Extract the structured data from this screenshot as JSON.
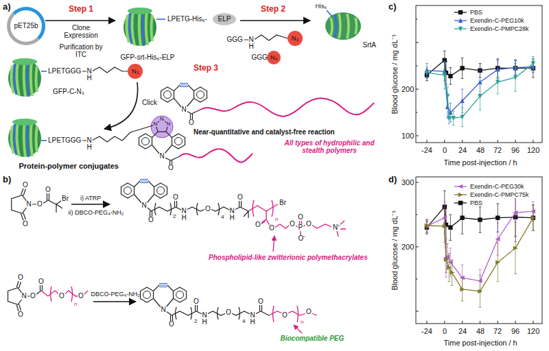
{
  "diagram": {
    "nodes": [
      {
        "text": [
          "pET25b"
        ]
      },
      {
        "text": [
          "ELP"
        ]
      },
      {
        "text": [
          "N₃"
        ]
      },
      {
        "text": [
          "N₃"
        ]
      },
      {
        "text": [
          "N₃"
        ]
      }
    ],
    "labels": [
      "a)",
      "Step 1",
      "Clone Expression",
      "Purification by ITC",
      "LPETG-His₆-",
      "GFP-srt-His₆-ELP",
      "Step 2",
      "His₆",
      "SrtA",
      "GGG",
      "N",
      "H",
      "GGG",
      "Step 3",
      "LPETGGG",
      "N",
      "H",
      "GFP-C-N₃",
      "Click",
      "N",
      "O",
      "Near-quantitative and catalyst-free reaction",
      "All types of hydrophilic and stealth polymers",
      "LPETGGG",
      "N",
      "H",
      "N",
      "N",
      "N",
      "N",
      "O",
      "Protein-polymer conjugates",
      "b)",
      "O",
      "O",
      "N",
      "O",
      "O",
      "Br",
      "i) ATRP",
      "ii) DBCO-PEG₄-NH₂",
      "N",
      "O",
      "2",
      "O",
      "N",
      "H",
      "O",
      "4",
      "N",
      "H",
      "O",
      "Br",
      "n",
      "O",
      "O",
      "O",
      "P",
      "O",
      "O⁻",
      "O",
      "N⁺",
      "Phospholipid-like zwitterionic polymethacrylates",
      "O",
      "O",
      "N",
      "O",
      "O",
      "O",
      "n",
      "O",
      "DBCO-PEG₄-NH₂",
      "N",
      "O",
      "2",
      "O",
      "N",
      "H",
      "O",
      "4",
      "N",
      "H",
      "O",
      "O",
      "n",
      "O",
      "Biocompatible PEG",
      "c)",
      "Blood glucose / mg dL⁻¹",
      "200",
      "100",
      "-24",
      "0",
      "24",
      "48",
      "72",
      "96",
      "120",
      "Time post-injection / h",
      "d)",
      "Blood glucose / mg dL⁻¹",
      "300",
      "200",
      "-24",
      "0",
      "24",
      "48",
      "72",
      "96",
      "120",
      "Time post-injection / h"
    ],
    "legend": [
      {
        "text": "PBS"
      },
      {
        "text": "Exendin-C-PEG10k"
      },
      {
        "text": "Exendin-C-PMPC28k"
      },
      {
        "text": "Exendin-C-PEG30k"
      },
      {
        "text": "Exendin-C-PMPC75k"
      },
      {
        "text": "PBS"
      }
    ]
  }
}
